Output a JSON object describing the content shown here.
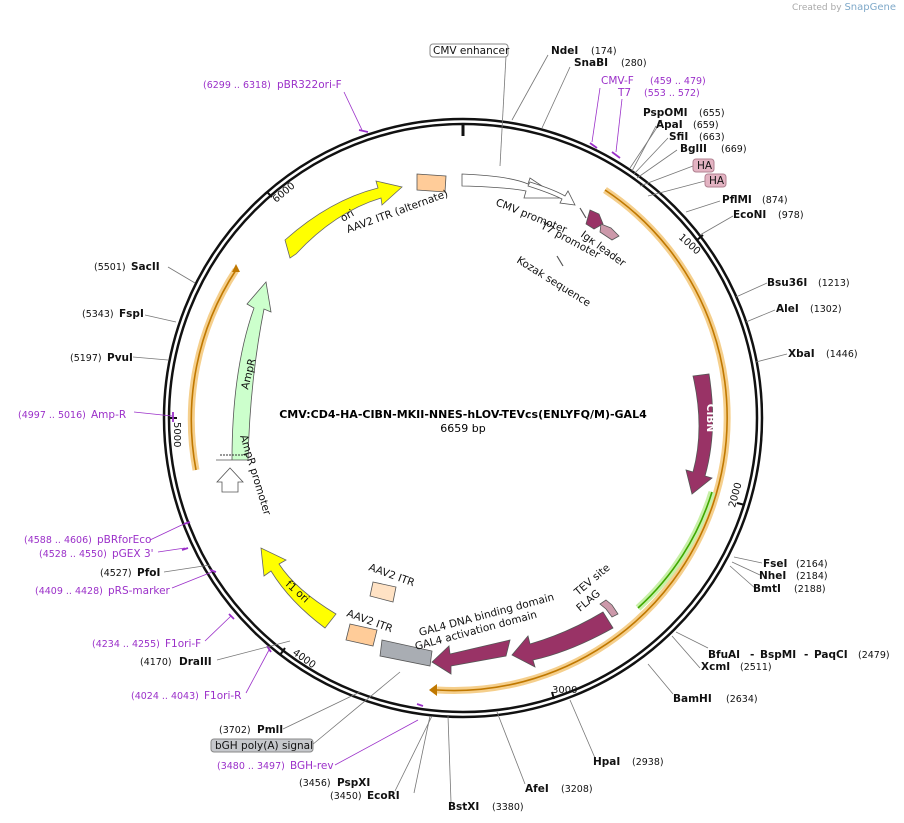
{
  "watermark": {
    "prefix": "Created by",
    "brand": "SnapGene"
  },
  "plasmid": {
    "name": "CMV:CD4-HA-CIBN-MKII-NNES-hLOV-TEVcs(ENLYFQ/M)-GAL4",
    "length": "6659 bp"
  },
  "ticks": [
    "1000",
    "2000",
    "3000",
    "4000",
    "5000",
    "6000"
  ],
  "enzymes": [
    {
      "name": "NdeI",
      "pos": "(174)"
    },
    {
      "name": "SnaBI",
      "pos": "(280)"
    },
    {
      "name": "PspOMI",
      "pos": "(655)"
    },
    {
      "name": "ApaI",
      "pos": "(659)"
    },
    {
      "name": "SfiI",
      "pos": "(663)"
    },
    {
      "name": "BglII",
      "pos": "(669)"
    },
    {
      "name": "PflMI",
      "pos": "(874)"
    },
    {
      "name": "EcoNI",
      "pos": "(978)"
    },
    {
      "name": "Bsu36I",
      "pos": "(1213)"
    },
    {
      "name": "AleI",
      "pos": "(1302)"
    },
    {
      "name": "XbaI",
      "pos": "(1446)"
    },
    {
      "name": "FseI",
      "pos": "(2164)"
    },
    {
      "name": "NheI",
      "pos": "(2184)"
    },
    {
      "name": "BmtI",
      "pos": "(2188)"
    },
    {
      "name": "BfuAI",
      "pos": ""
    },
    {
      "name": "BspMI",
      "pos": ""
    },
    {
      "name": "PaqCI",
      "pos": "(2479)"
    },
    {
      "name": "XcmI",
      "pos": "(2511)"
    },
    {
      "name": "BamHI",
      "pos": "(2634)"
    },
    {
      "name": "HpaI",
      "pos": "(2938)"
    },
    {
      "name": "AfeI",
      "pos": "(3208)"
    },
    {
      "name": "BstXI",
      "pos": "(3380)"
    },
    {
      "name": "EcoRI",
      "pos": "(3450)"
    },
    {
      "name": "PspXI",
      "pos": "(3456)"
    },
    {
      "name": "PmlI",
      "pos": "(3702)"
    },
    {
      "name": "DraIII",
      "pos": "(4170)"
    },
    {
      "name": "PfoI",
      "pos": "(4527)"
    },
    {
      "name": "PvuI",
      "pos": "(5197)"
    },
    {
      "name": "FspI",
      "pos": "(5343)"
    },
    {
      "name": "SacII",
      "pos": "(5501)"
    }
  ],
  "primers": [
    {
      "name": "CMV-F",
      "pos": "(459 .. 479)"
    },
    {
      "name": "T7",
      "pos": "(553 .. 572)"
    },
    {
      "name": "pBR322ori-F",
      "pos": "(6299 .. 6318)"
    },
    {
      "name": "Amp-R",
      "pos": "(4997 .. 5016)"
    },
    {
      "name": "pBRforEco",
      "pos": "(4588 .. 4606)"
    },
    {
      "name": "pGEX 3'",
      "pos": "(4528 .. 4550)"
    },
    {
      "name": "pRS-marker",
      "pos": "(4409 .. 4428)"
    },
    {
      "name": "F1ori-F",
      "pos": "(4234 .. 4255)"
    },
    {
      "name": "F1ori-R",
      "pos": "(4024 .. 4043)"
    },
    {
      "name": "BGH-rev",
      "pos": "(3480 .. 3497)"
    }
  ],
  "features": {
    "cmv_enhancer": "CMV enhancer",
    "cmv_promoter": "CMV promoter",
    "t7_promoter": "T7 promoter",
    "kozak": "Kozak sequence",
    "igk": "Igκ leader",
    "ha1": "HA",
    "ha2": "HA",
    "cibn": "CIBN",
    "tev": "TEV site",
    "flag": "FLAG",
    "gal4_dbd": "GAL4 DNA binding domain",
    "gal4_ad": "GAL4 activation domain",
    "aav_itr_alt": "AAV2 ITR (alternate)",
    "aav_itr_1": "AAV2 ITR",
    "aav_itr_2": "AAV2 ITR",
    "bgh": "bGH poly(A) signal",
    "f1ori": "f1 ori",
    "ampr": "AmpR",
    "ampr_promoter": "AmpR promoter",
    "ori": "ori"
  },
  "colors": {
    "backbone": "#111111",
    "ori": "#ffff00",
    "ampr": "#ccffcc",
    "cds": "#993366",
    "itr": "#ffcc99",
    "tag": "#cc99aa",
    "primer": "#9b30c9",
    "orange": "#f5a000",
    "green": "#3fa800"
  }
}
